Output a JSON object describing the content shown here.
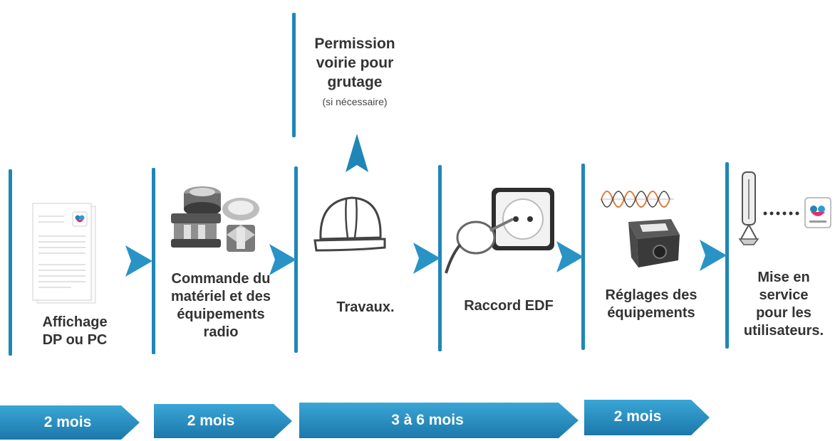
{
  "top_note": {
    "title_lines": [
      "Permission",
      "voirie pour",
      "grutage"
    ],
    "subtitle": "(si nécessaire)"
  },
  "steps": [
    {
      "lines": [
        "Affichage",
        "DP ou PC"
      ],
      "icon": "document-form-icon"
    },
    {
      "lines": [
        "Commande du",
        "matériel et des",
        "équipements",
        "radio"
      ],
      "icon": "radio-equipment-icon"
    },
    {
      "lines": [
        "Travaux."
      ],
      "icon": "hard-hat-icon"
    },
    {
      "lines": [
        "Raccord EDF"
      ],
      "icon": "power-outlet-plug-icon"
    },
    {
      "lines": [
        "Réglages des",
        "équipements"
      ],
      "icon": "signal-meter-icon"
    },
    {
      "lines": [
        "Mise en",
        "service",
        "pour les",
        "utilisateurs."
      ],
      "icon": "antenna-to-phone-icon"
    }
  ],
  "durations": [
    "2 mois",
    "2 mois",
    "3 à 6 mois",
    "2 mois"
  ],
  "colors": {
    "accent": "#1f86b8",
    "accent_light": "#3aa6d6",
    "text": "#333333"
  }
}
